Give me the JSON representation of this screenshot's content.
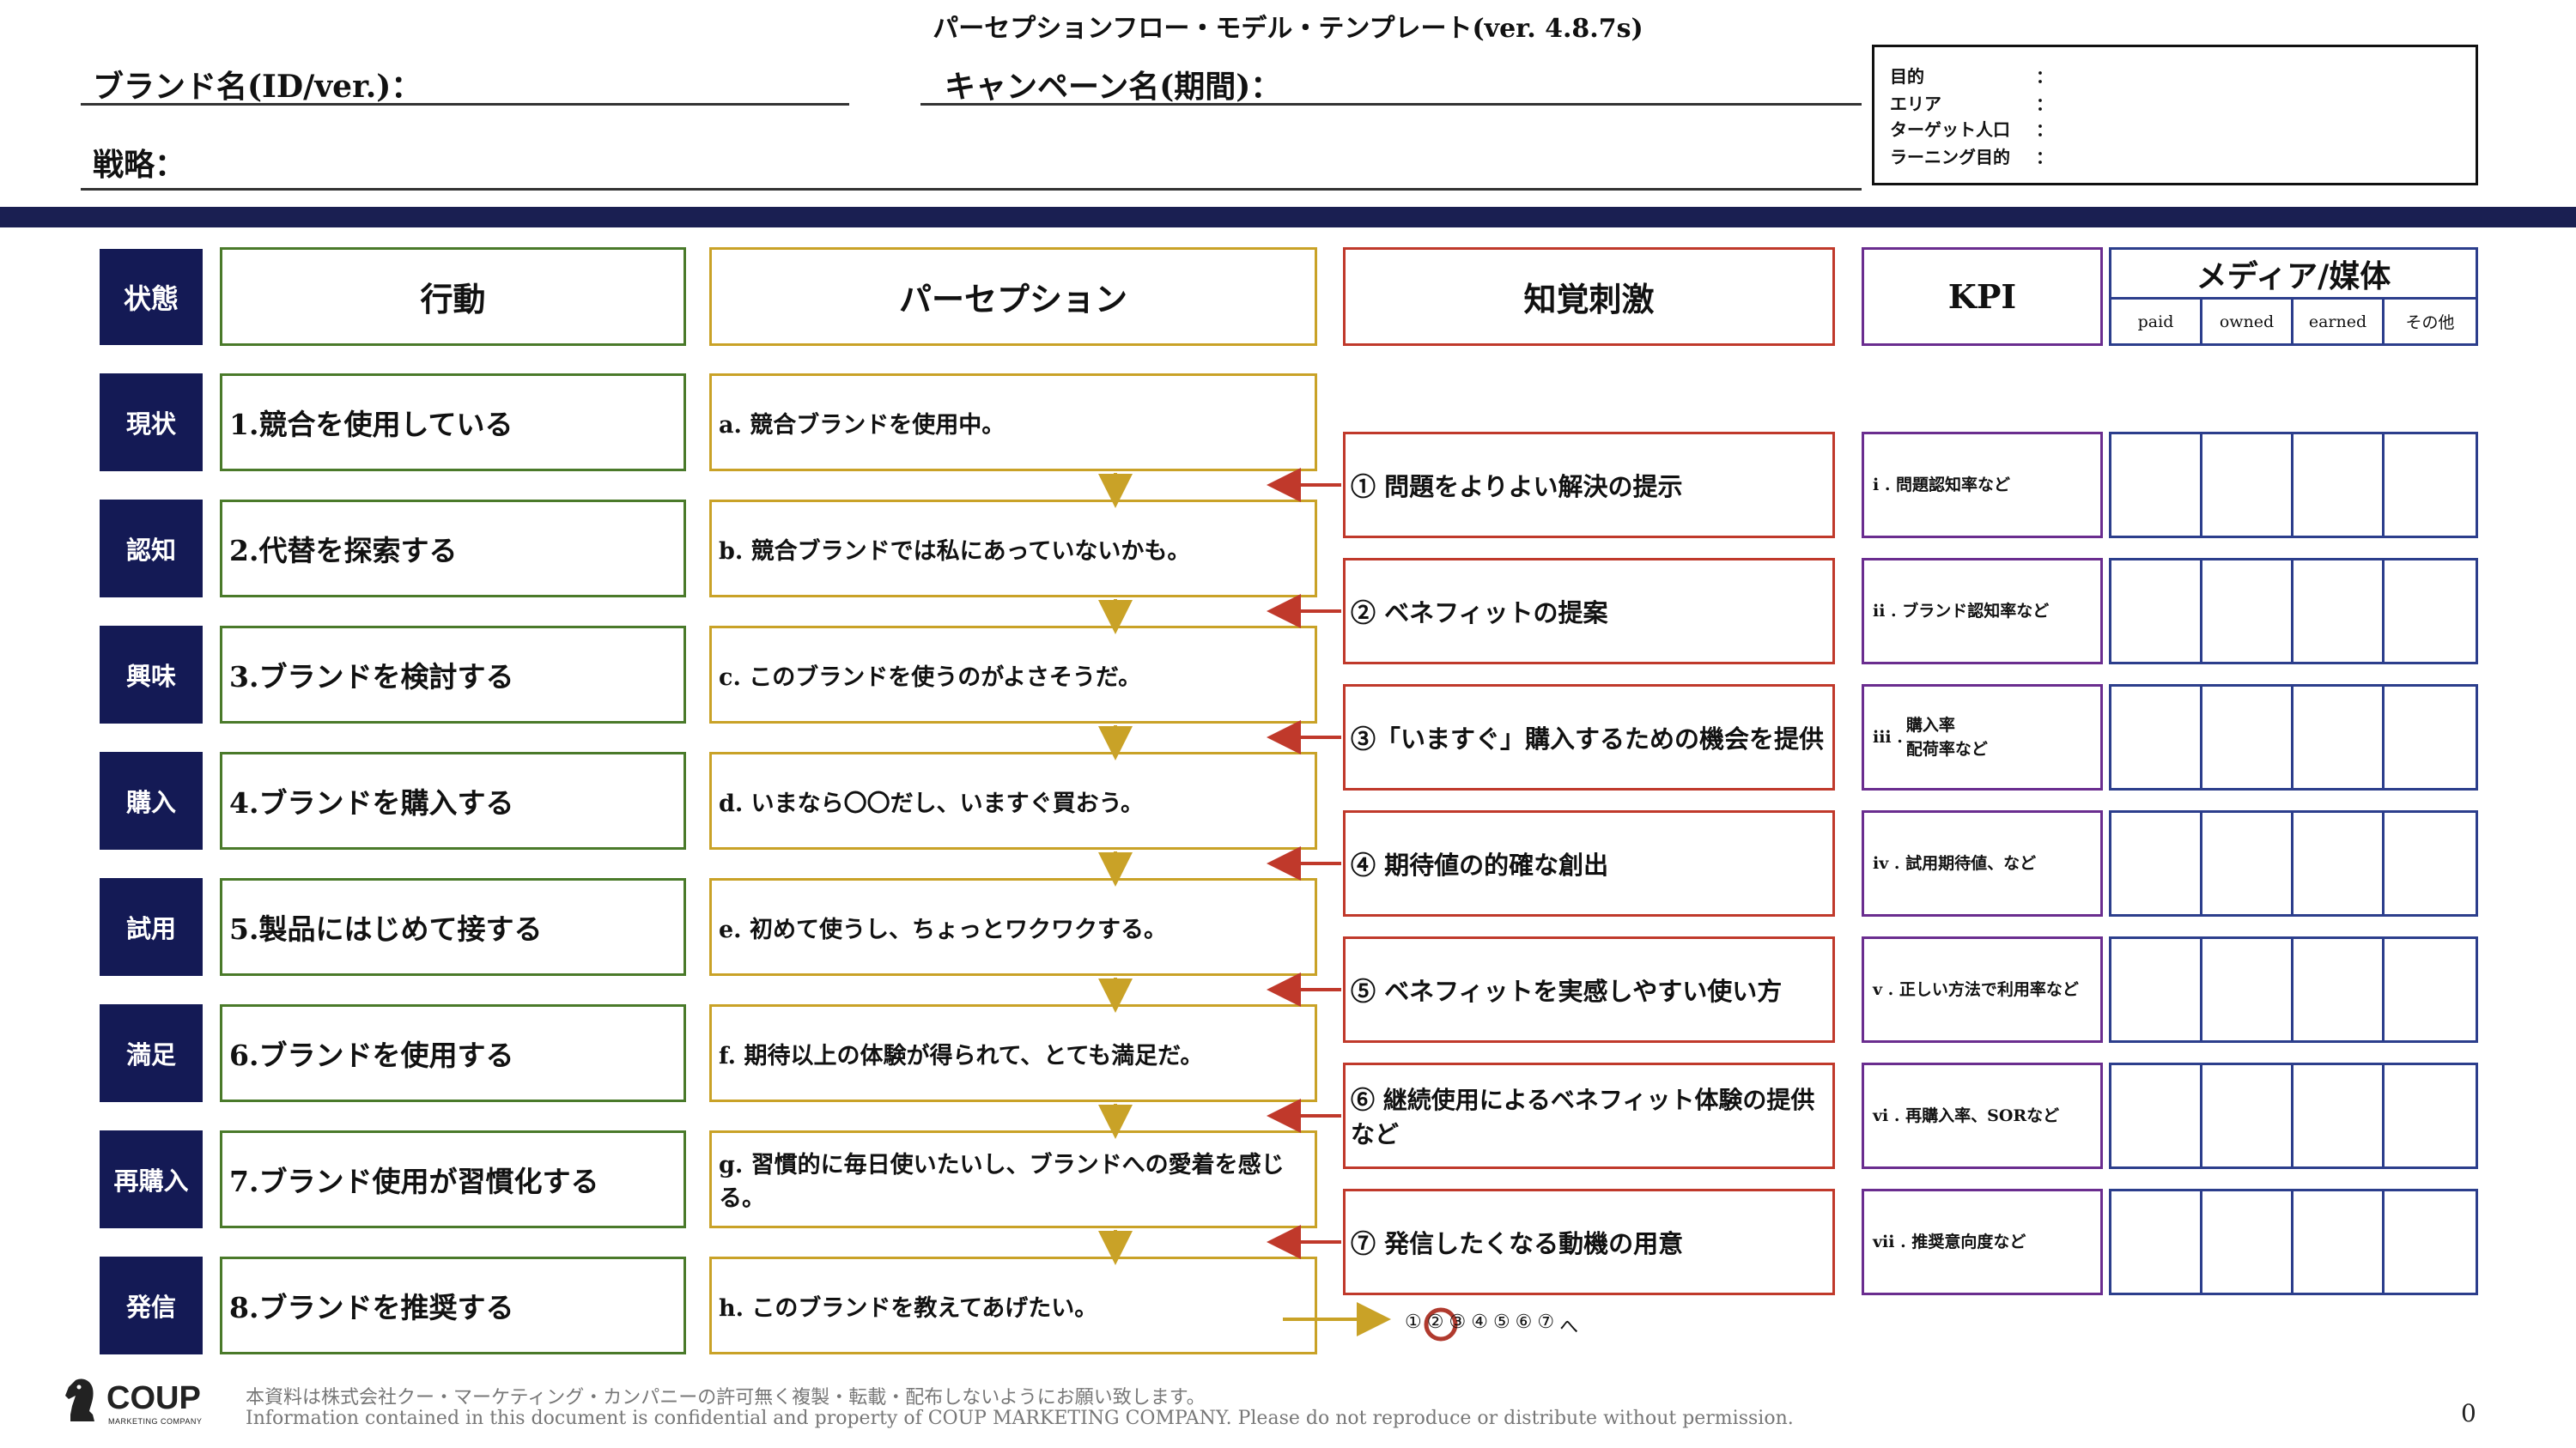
{
  "header": {
    "title": "パーセプションフロー・モデル・テンプレート(ver. 4.8.7s)",
    "brand_label": "ブランド名(ID/ver.)：",
    "campaign_label": "キャンペーン名(期間)：",
    "strategy_label": "戦略："
  },
  "info": [
    {
      "label": "目的",
      "colon": "："
    },
    {
      "label": "エリア",
      "colon": "："
    },
    {
      "label": "ターゲット人口",
      "colon": "："
    },
    {
      "label": "ラーニング目的",
      "colon": "："
    }
  ],
  "columns": {
    "state": "状態",
    "action": "行動",
    "perception": "パーセプション",
    "stimulus": "知覚刺激",
    "kpi": "KPI",
    "media": "メディア/媒体",
    "media_sub": [
      "paid",
      "owned",
      "earned",
      "その他"
    ]
  },
  "rows": [
    {
      "state": "現状",
      "action": "1.競合を使用している",
      "perception": "a.  競合ブランドを使用中。"
    },
    {
      "state": "認知",
      "action": "2.代替を探索する",
      "perception": "b.  競合ブランドでは私にあっていないかも。"
    },
    {
      "state": "興味",
      "action": "3.ブランドを検討する",
      "perception": "c.  このブランドを使うのがよさそうだ。"
    },
    {
      "state": "購入",
      "action": "4.ブランドを購入する",
      "perception": "d.  いまなら〇〇だし、いますぐ買おう。"
    },
    {
      "state": "試用",
      "action": "5.製品にはじめて接する",
      "perception": "e.  初めて使うし、ちょっとワクワクする。"
    },
    {
      "state": "満足",
      "action": "6.ブランドを使用する",
      "perception": "f.  期待以上の体験が得られて、とても満足だ。"
    },
    {
      "state": "再購入",
      "action": "7.ブランド使用が習慣化する",
      "perception": "g.  習慣的に毎日使いたいし、ブランドへの愛着を感じる。"
    },
    {
      "state": "発信",
      "action": "8.ブランドを推奨する",
      "perception": "h.  このブランドを教えてあげたい。"
    }
  ],
  "stimuli": [
    {
      "text": "① 問題をよりよい解決の提示",
      "kpi": "i . 問題認知率など"
    },
    {
      "text": "② ベネフィットの提案",
      "kpi": "ii . ブランド認知率など"
    },
    {
      "text": "③「いますぐ」購入するための機会を提供",
      "kpi_prefix": "iii .",
      "kpi_line1": "購入率",
      "kpi_line2": "配荷率など"
    },
    {
      "text": "④ 期待値の的確な創出",
      "kpi": "iv . 試用期待値、など"
    },
    {
      "text": "⑤ ベネフィットを実感しやすい使い方",
      "kpi": "v . 正しい方法で利用率など"
    },
    {
      "text": "⑥ 継続使用によるベネフィット体験の提供など",
      "kpi": "vi . 再購入率、SORなど"
    },
    {
      "text": "⑦ 発信したくなる動機の用意",
      "kpi": "vii . 推奨意向度など"
    }
  ],
  "loop_nav": {
    "items": [
      "①",
      "②",
      "③",
      "④",
      "⑤",
      "⑥",
      "⑦",
      "へ"
    ],
    "highlighted": "②"
  },
  "footer": {
    "logo": "COUP",
    "logo_sub": "MARKETING COMPANY",
    "jp": "本資料は株式会社クー・マーケティング・カンパニーの許可無く複製・転載・配布しないようにお願い致します。",
    "en": "Information contained in this document is confidential and property of COUP MARKETING COMPANY.  Please do not reproduce or distribute without permission.",
    "page": "0"
  },
  "colors": {
    "navy": "#141a55",
    "green": "#4a7a2a",
    "gold": "#c9a227",
    "red": "#c0392b",
    "purple": "#6a2d8f",
    "blue": "#2c3e8c"
  }
}
